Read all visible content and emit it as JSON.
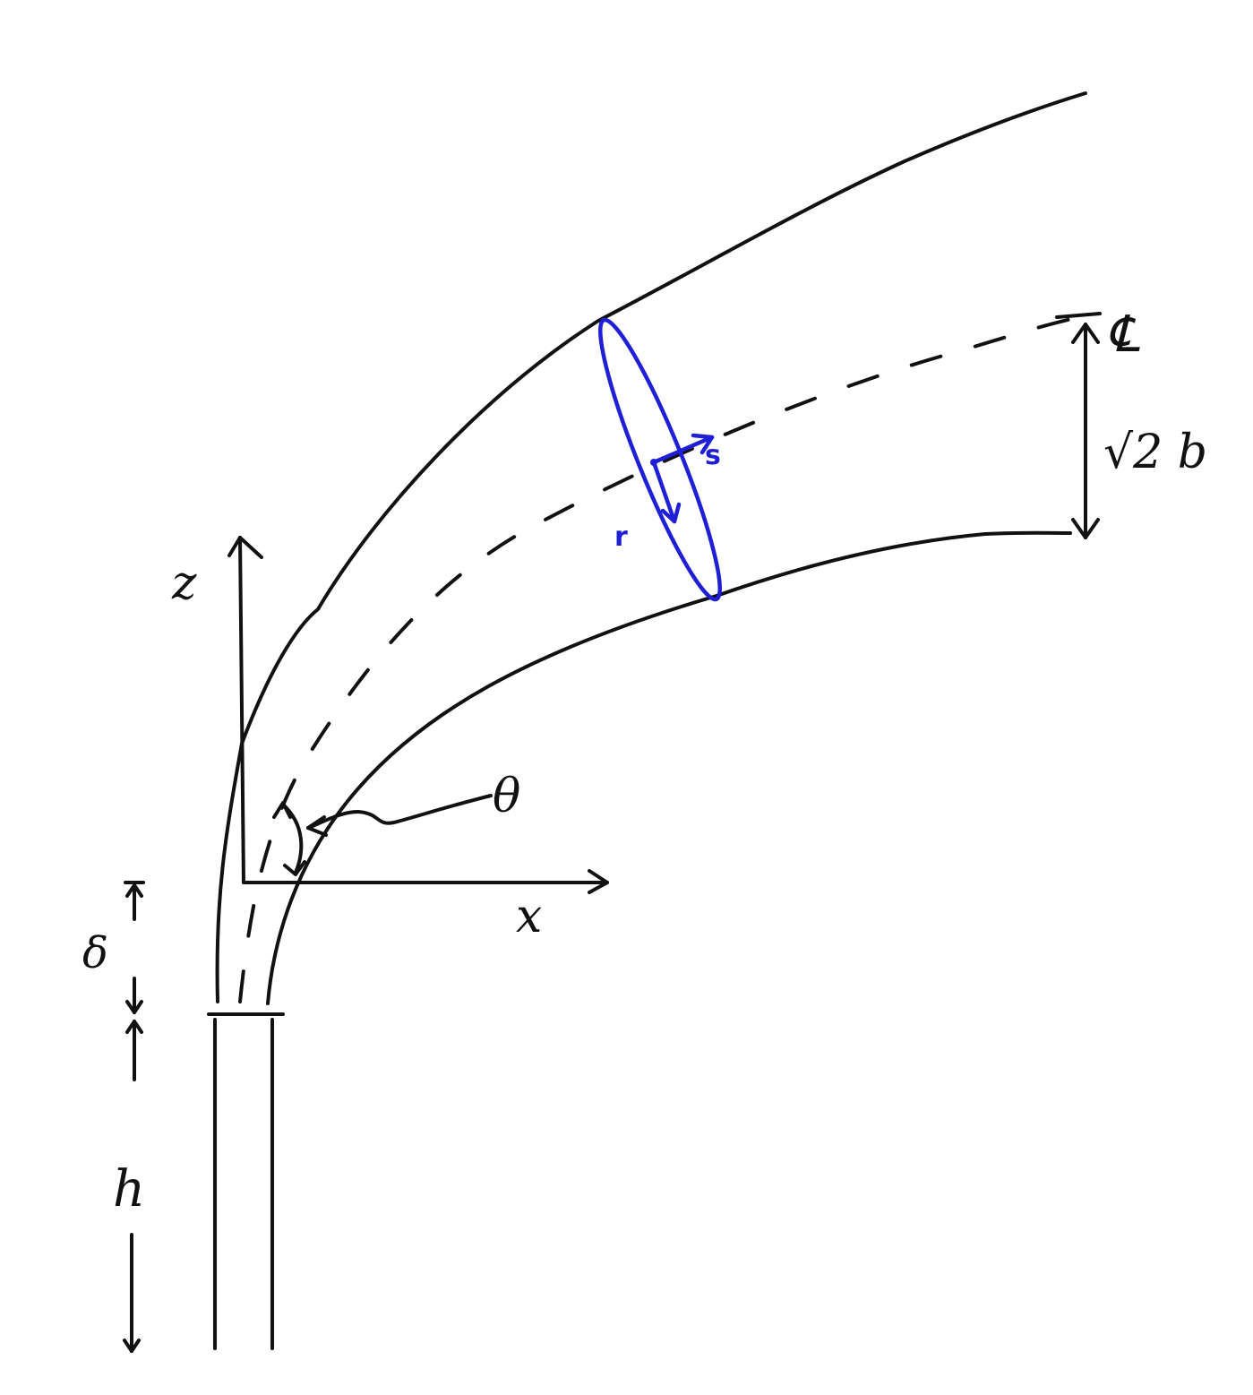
{
  "labels": {
    "z": "z",
    "x": "x",
    "theta": "θ",
    "centerline": "℄",
    "width": "√2 b",
    "delta": "δ",
    "h": "h",
    "r": "r",
    "s": "s"
  },
  "colors": {
    "ink": "#111111",
    "annotation": "#1f1fd6"
  }
}
